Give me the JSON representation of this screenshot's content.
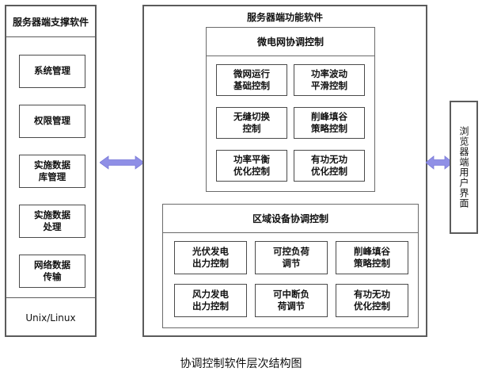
{
  "caption": "协调控制软件层次结构图",
  "colors": {
    "arrow": "#8f8fe6",
    "arrow_stroke": "#7a7ad8",
    "box_border": "#4a4a4a",
    "panel_border": "#5b5b5b",
    "background": "#ffffff",
    "text": "#111111"
  },
  "left_panel": {
    "title": "服务器端支撑软件",
    "items": [
      {
        "label": "系统管理"
      },
      {
        "label": "权限管理"
      },
      {
        "label": "实施数据\n库管理"
      },
      {
        "label": "实施数据\n处理"
      },
      {
        "label": "网络数据\n传输"
      }
    ],
    "os_label": "Unix/Linux"
  },
  "center_panel": {
    "title": "服务器端功能软件",
    "sections": [
      {
        "id": "microgrid-coordination-control",
        "title": "微电网协调控制",
        "items": [
          {
            "label": "微网运行\n基础控制"
          },
          {
            "label": "功率波动\n平滑控制"
          },
          {
            "label": "无缝切换\n控制"
          },
          {
            "label": "削峰填谷\n策略控制"
          },
          {
            "label": "功率平衡\n优化控制"
          },
          {
            "label": "有功无功\n优化控制"
          }
        ]
      },
      {
        "id": "regional-device-coordination-control",
        "title": "区域设备协调控制",
        "items": [
          {
            "label": "光伏发电\n出力控制"
          },
          {
            "label": "可控负荷\n调节"
          },
          {
            "label": "削峰填谷\n策略控制"
          },
          {
            "label": "风力发电\n出力控制"
          },
          {
            "label": "可中断负\n荷调节"
          },
          {
            "label": "有功无功\n优化控制"
          }
        ]
      }
    ]
  },
  "right_panel": {
    "title": "浏览器端用户界面"
  },
  "connectors": [
    {
      "id": "left-center-link",
      "icon": "double-arrow-horizontal-icon"
    },
    {
      "id": "center-right-link",
      "icon": "double-arrow-horizontal-icon"
    }
  ]
}
